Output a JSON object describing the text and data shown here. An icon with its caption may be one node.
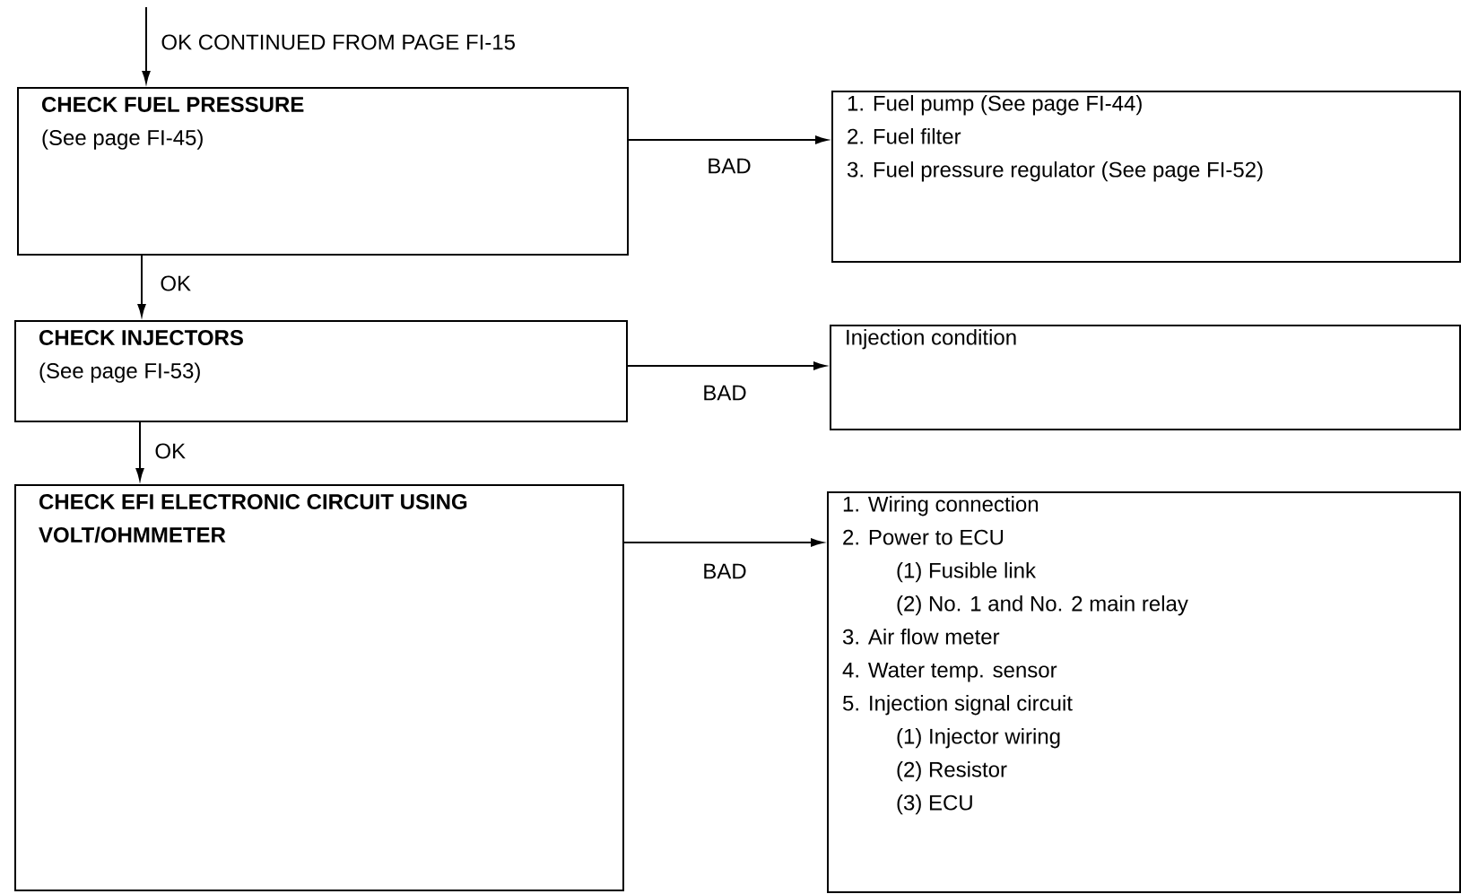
{
  "diagram": {
    "nodes": [
      {
        "text": [
          "CHECK FUEL PRESSURE",
          "(See page FI-45)"
        ]
      },
      {
        "text": [
          "1. Fuel pump (See page FI-44)",
          "2. Fuel filter",
          "3. Fuel pressure regulator (See page FI-52)"
        ]
      },
      {
        "text": [
          "CHECK INJECTORS",
          "(See page FI-53)"
        ]
      },
      {
        "text": [
          "Injection condition"
        ]
      },
      {
        "text": [
          "CHECK EFI ELECTRONIC CIRCUIT USING VOLT/OHMMETER"
        ]
      },
      {
        "text": [
          "1. Wiring connection",
          "2. Power to ECU",
          "(1) Fusible link",
          "(2) No. 1 and No. 2 main relay",
          "3. Air flow meter",
          "4. Water temp. sensor",
          "5. Injection signal circuit",
          "(1) Injector wiring",
          "(2) Resistor",
          "(3) ECU"
        ]
      }
    ],
    "edges": [
      {
        "from": null,
        "to": 0,
        "arrow": "to",
        "label": "OK CONTINUED FROM PAGE FI-15"
      },
      {
        "from": 0,
        "to": 1,
        "arrow": "to",
        "label": "BAD"
      },
      {
        "from": 0,
        "to": 2,
        "arrow": "to",
        "label": "OK"
      },
      {
        "from": 2,
        "to": 3,
        "arrow": "to",
        "label": "BAD"
      },
      {
        "from": 2,
        "to": 4,
        "arrow": "to",
        "label": "OK"
      },
      {
        "from": 4,
        "to": 5,
        "arrow": "to",
        "label": "BAD"
      }
    ]
  }
}
